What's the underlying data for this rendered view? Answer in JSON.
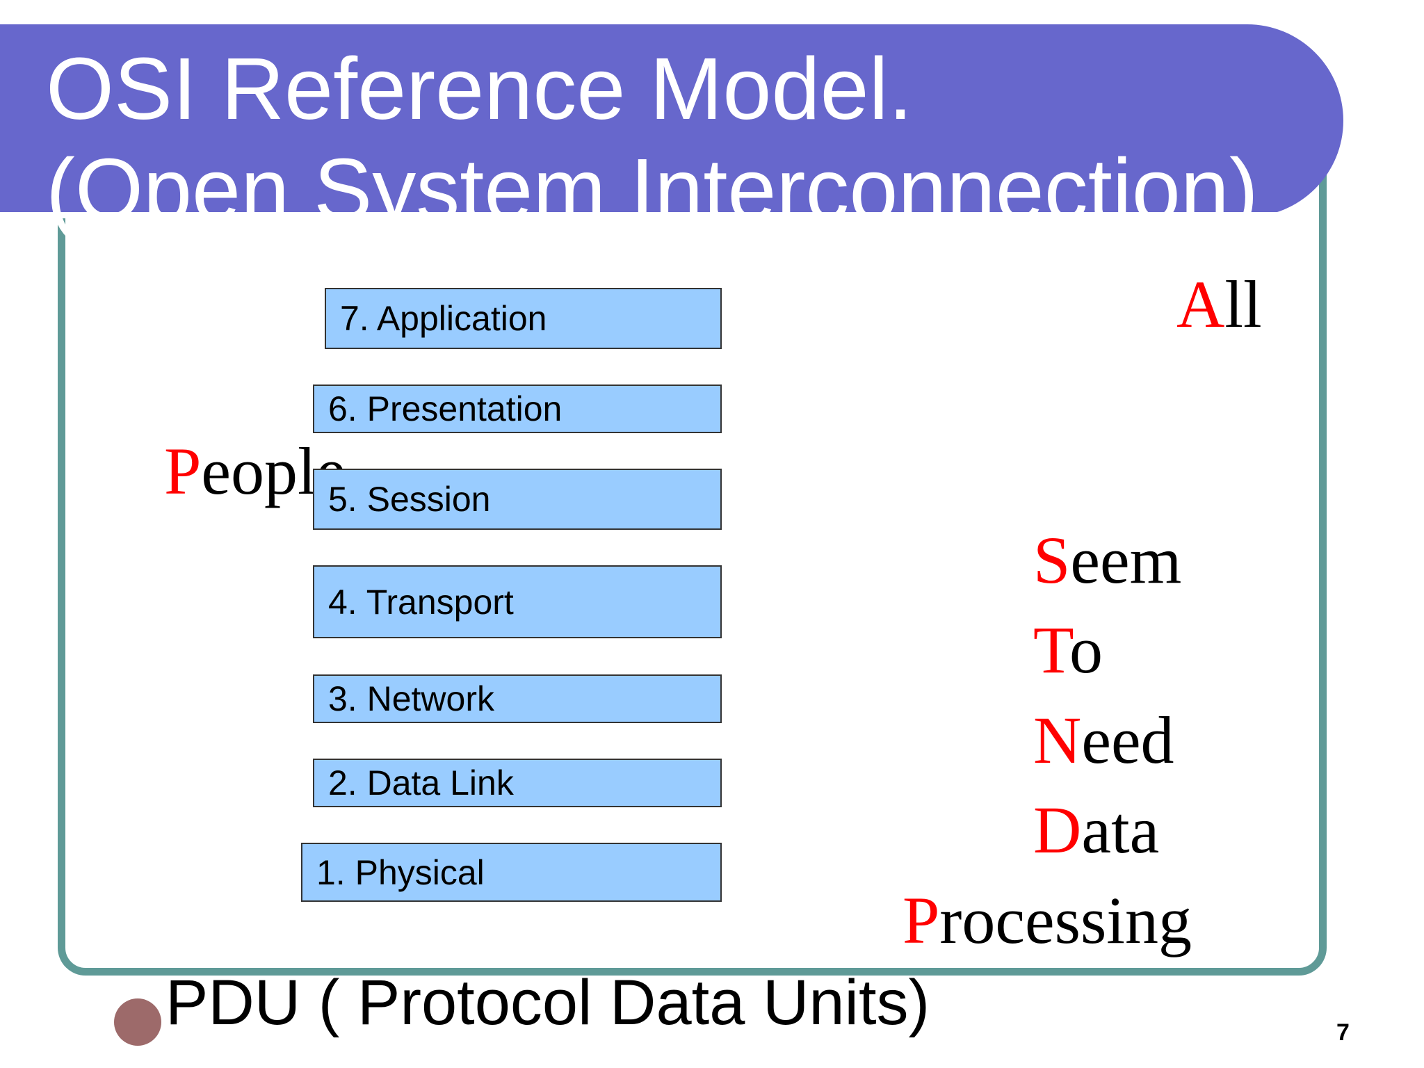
{
  "slide": {
    "title_line_1": "OSI Reference Model.",
    "title_line_2": "(Open System Interconnection)",
    "layers": [
      "7. Application",
      "6. Presentation",
      "5. Session",
      "4. Transport",
      "3. Network",
      "2. Data Link",
      "1. Physical"
    ],
    "mnemonic": [
      {
        "initial": "A",
        "rest": "ll"
      },
      {
        "initial": "P",
        "rest": "eople"
      },
      {
        "initial": "S",
        "rest": "eem"
      },
      {
        "initial": "T",
        "rest": "o"
      },
      {
        "initial": "N",
        "rest": "eed"
      },
      {
        "initial": "D",
        "rest": "ata"
      },
      {
        "initial": "P",
        "rest": "rocessing"
      }
    ],
    "bullet_text": "PDU ( Protocol Data Units)",
    "slide_number": "7",
    "colors": {
      "title_banner": "#6767cc",
      "frame_border": "#5f9a97",
      "layer_fill": "#99ccff",
      "mnemonic_initial": "#ff0000",
      "bullet": "#9d6a6a"
    }
  }
}
